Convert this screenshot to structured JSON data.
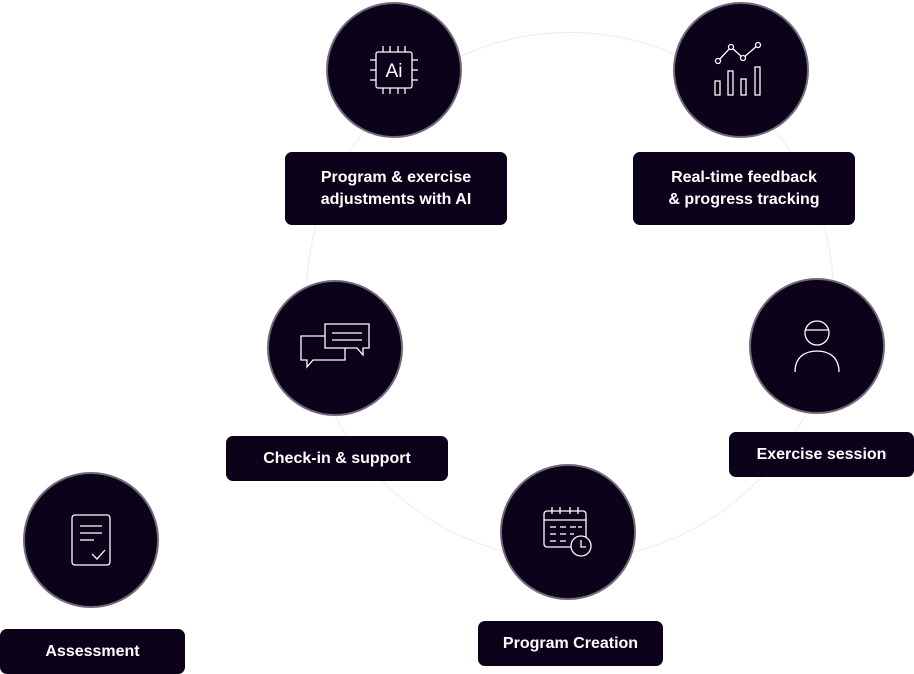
{
  "steps": {
    "ai_adjustments": {
      "label_line1": "Program & exercise",
      "label_line2": "adjustments with AI",
      "icon": "ai-chip-icon",
      "icon_text": "Ai"
    },
    "feedback": {
      "label_line1": "Real-time feedback",
      "label_line2": "& progress tracking",
      "icon": "chart-icon"
    },
    "check_in": {
      "label": "Check-in & support",
      "icon": "chat-bubbles-icon"
    },
    "exercise_session": {
      "label": "Exercise session",
      "icon": "person-icon"
    },
    "assessment": {
      "label": "Assessment",
      "icon": "document-check-icon"
    },
    "program_creation": {
      "label": "Program Creation",
      "icon": "calendar-clock-icon"
    }
  },
  "colors": {
    "node_fill": "#0c0219",
    "node_border": "#6f6a78",
    "label_text": "#ffffff",
    "icon_stroke": "#ffffff",
    "ring": "#ececee"
  }
}
